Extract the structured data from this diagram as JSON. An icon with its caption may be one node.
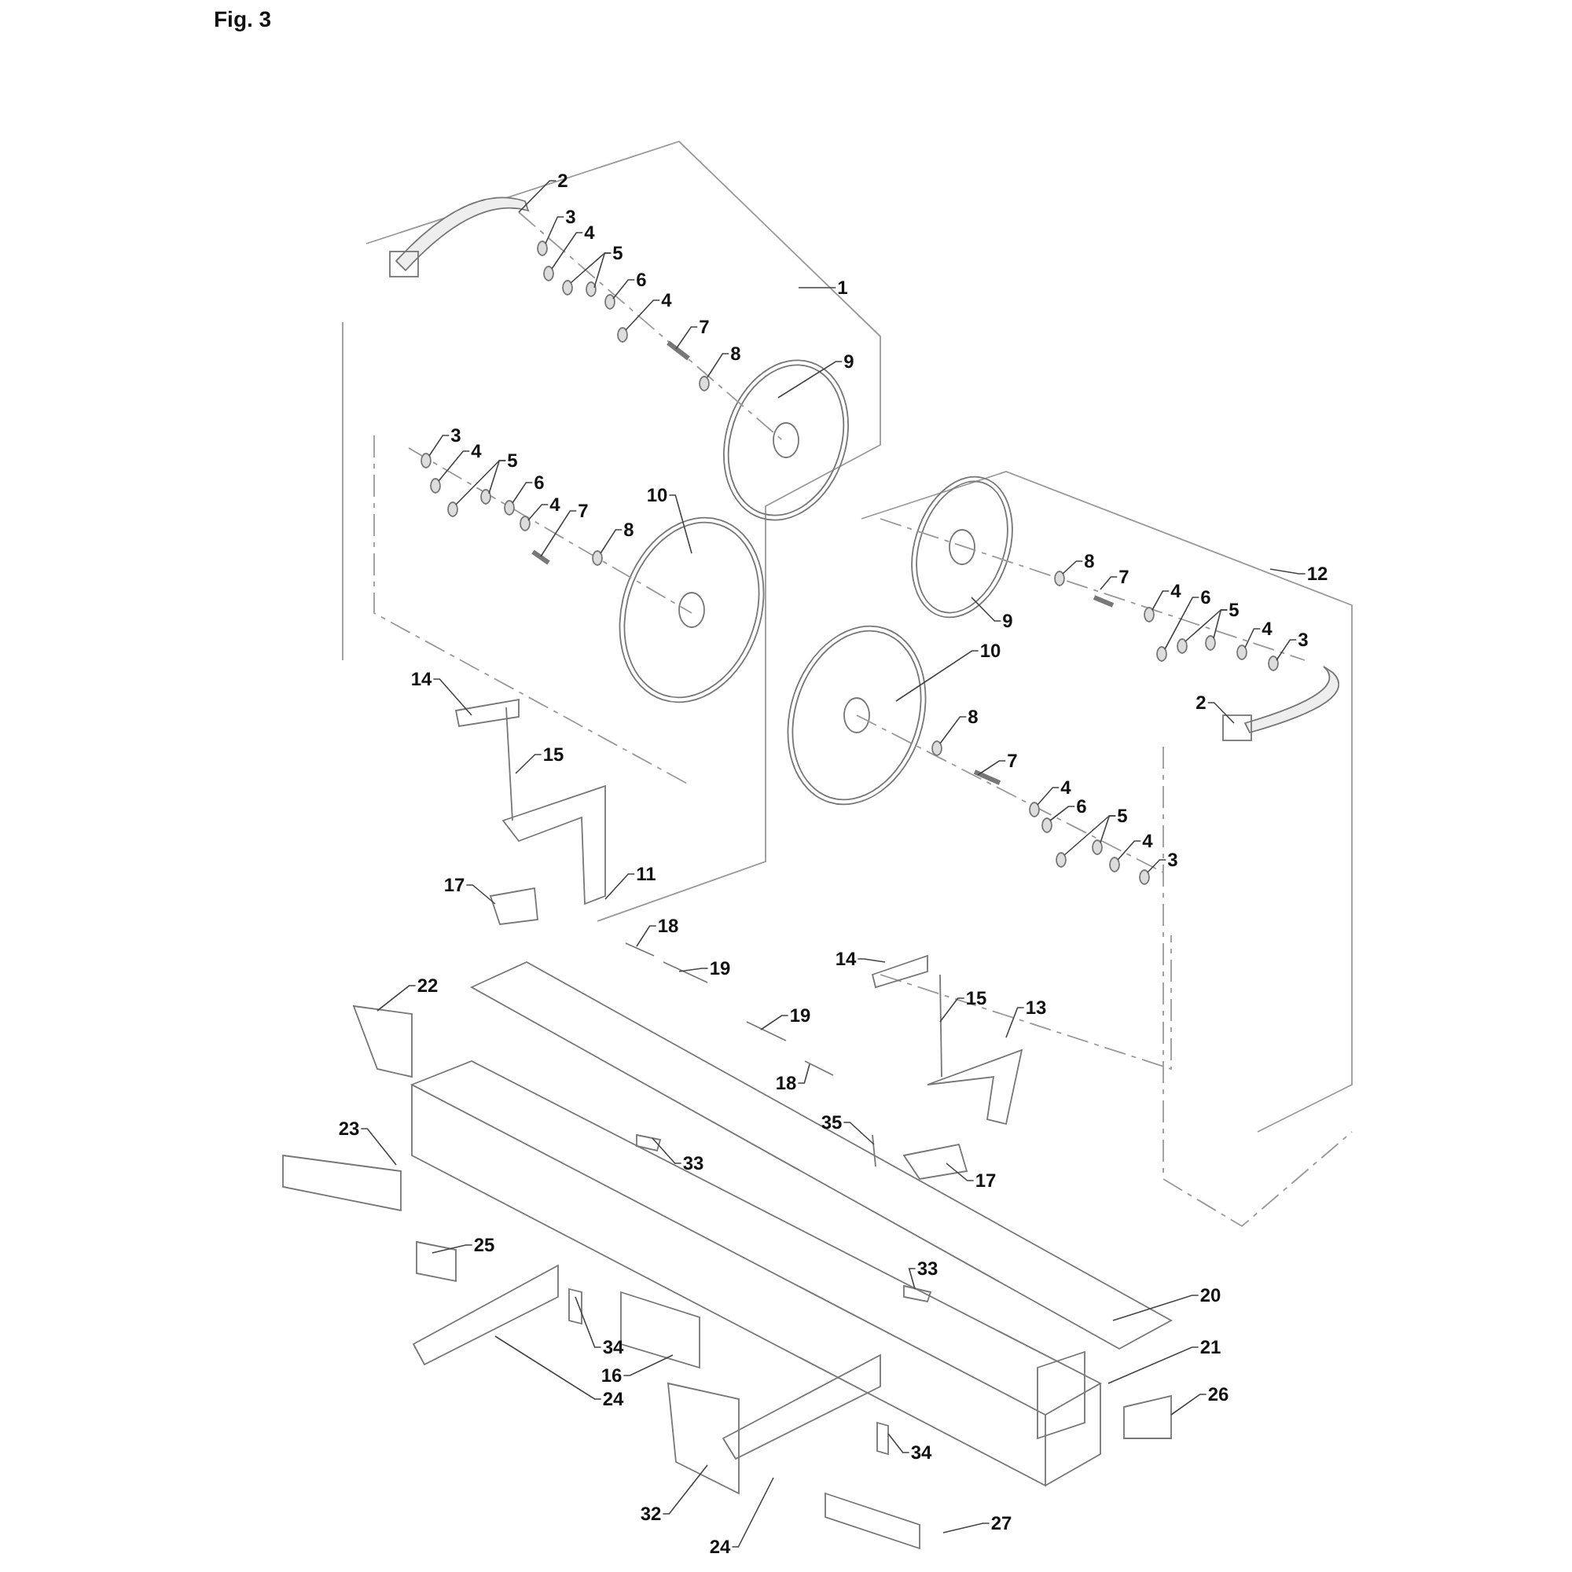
{
  "diagram": {
    "title": "Fig. 3",
    "nodes": [
      {
        "text": [
          "2"
        ]
      },
      {
        "text": [
          "3"
        ]
      },
      {
        "text": [
          "4"
        ]
      },
      {
        "text": [
          "5"
        ]
      },
      {
        "text": [
          "6"
        ]
      },
      {
        "text": [
          "4"
        ]
      },
      {
        "text": [
          "7"
        ]
      },
      {
        "text": [
          "8"
        ]
      },
      {
        "text": [
          "9"
        ]
      },
      {
        "text": [
          "1"
        ]
      },
      {
        "text": [
          "3"
        ]
      },
      {
        "text": [
          "4"
        ]
      },
      {
        "text": [
          "5"
        ]
      },
      {
        "text": [
          "6"
        ]
      },
      {
        "text": [
          "4"
        ]
      },
      {
        "text": [
          "7"
        ]
      },
      {
        "text": [
          "8"
        ]
      },
      {
        "text": [
          "10"
        ]
      },
      {
        "text": [
          "12"
        ]
      },
      {
        "text": [
          "8"
        ]
      },
      {
        "text": [
          "7"
        ]
      },
      {
        "text": [
          "4"
        ]
      },
      {
        "text": [
          "6"
        ]
      },
      {
        "text": [
          "5"
        ]
      },
      {
        "text": [
          "4"
        ]
      },
      {
        "text": [
          "3"
        ]
      },
      {
        "text": [
          "9"
        ]
      },
      {
        "text": [
          "10"
        ]
      },
      {
        "text": [
          "2"
        ]
      },
      {
        "text": [
          "8"
        ]
      },
      {
        "text": [
          "7"
        ]
      },
      {
        "text": [
          "4"
        ]
      },
      {
        "text": [
          "6"
        ]
      },
      {
        "text": [
          "5"
        ]
      },
      {
        "text": [
          "4"
        ]
      },
      {
        "text": [
          "3"
        ]
      },
      {
        "text": [
          "14"
        ]
      },
      {
        "text": [
          "15"
        ]
      },
      {
        "text": [
          "11"
        ]
      },
      {
        "text": [
          "17"
        ]
      },
      {
        "text": [
          "18"
        ]
      },
      {
        "text": [
          "19"
        ]
      },
      {
        "text": [
          "22"
        ]
      },
      {
        "text": [
          "14"
        ]
      },
      {
        "text": [
          "15"
        ]
      },
      {
        "text": [
          "13"
        ]
      },
      {
        "text": [
          "19"
        ]
      },
      {
        "text": [
          "18"
        ]
      },
      {
        "text": [
          "35"
        ]
      },
      {
        "text": [
          "17"
        ]
      },
      {
        "text": [
          "23"
        ]
      },
      {
        "text": [
          "33"
        ]
      },
      {
        "text": [
          "25"
        ]
      },
      {
        "text": [
          "33"
        ]
      },
      {
        "text": [
          "20"
        ]
      },
      {
        "text": [
          "21"
        ]
      },
      {
        "text": [
          "34"
        ]
      },
      {
        "text": [
          "16"
        ]
      },
      {
        "text": [
          "24"
        ]
      },
      {
        "text": [
          "26"
        ]
      },
      {
        "text": [
          "32"
        ]
      },
      {
        "text": [
          "34"
        ]
      },
      {
        "text": [
          "24"
        ]
      },
      {
        "text": [
          "27"
        ]
      }
    ],
    "edges": [
      {
        "from": 0,
        "to": null,
        "arrow": "none"
      },
      {
        "from": 1,
        "to": null,
        "arrow": "none"
      },
      {
        "from": 2,
        "to": null,
        "arrow": "none"
      },
      {
        "from": 3,
        "to": null,
        "arrow": "none"
      },
      {
        "from": 3,
        "to": null,
        "arrow": "none"
      },
      {
        "from": 4,
        "to": null,
        "arrow": "none"
      },
      {
        "from": 5,
        "to": null,
        "arrow": "none"
      },
      {
        "from": 6,
        "to": null,
        "arrow": "none"
      },
      {
        "from": 7,
        "to": null,
        "arrow": "none"
      },
      {
        "from": 8,
        "to": null,
        "arrow": "none"
      },
      {
        "from": 9,
        "to": null,
        "arrow": "none"
      },
      {
        "from": 10,
        "to": null,
        "arrow": "none"
      },
      {
        "from": 11,
        "to": null,
        "arrow": "none"
      },
      {
        "from": 12,
        "to": null,
        "arrow": "none"
      },
      {
        "from": 12,
        "to": null,
        "arrow": "none"
      },
      {
        "from": 13,
        "to": null,
        "arrow": "none"
      },
      {
        "from": 14,
        "to": null,
        "arrow": "none"
      },
      {
        "from": 15,
        "to": null,
        "arrow": "none"
      },
      {
        "from": 16,
        "to": null,
        "arrow": "none"
      },
      {
        "from": 17,
        "to": null,
        "arrow": "none"
      },
      {
        "from": 18,
        "to": null,
        "arrow": "none"
      },
      {
        "from": 19,
        "to": null,
        "arrow": "none"
      },
      {
        "from": 20,
        "to": null,
        "arrow": "none"
      },
      {
        "from": 21,
        "to": null,
        "arrow": "none"
      },
      {
        "from": 22,
        "to": null,
        "arrow": "none"
      },
      {
        "from": 23,
        "to": null,
        "arrow": "none"
      },
      {
        "from": 23,
        "to": null,
        "arrow": "none"
      },
      {
        "from": 24,
        "to": null,
        "arrow": "none"
      },
      {
        "from": 25,
        "to": null,
        "arrow": "none"
      },
      {
        "from": 26,
        "to": null,
        "arrow": "none"
      },
      {
        "from": 27,
        "to": null,
        "arrow": "none"
      },
      {
        "from": 28,
        "to": null,
        "arrow": "none"
      },
      {
        "from": 29,
        "to": null,
        "arrow": "none"
      },
      {
        "from": 30,
        "to": null,
        "arrow": "none"
      },
      {
        "from": 31,
        "to": null,
        "arrow": "none"
      },
      {
        "from": 32,
        "to": null,
        "arrow": "none"
      },
      {
        "from": 33,
        "to": null,
        "arrow": "none"
      },
      {
        "from": 33,
        "to": null,
        "arrow": "none"
      },
      {
        "from": 34,
        "to": null,
        "arrow": "none"
      },
      {
        "from": 35,
        "to": null,
        "arrow": "none"
      },
      {
        "from": 36,
        "to": null,
        "arrow": "none"
      },
      {
        "from": 37,
        "to": null,
        "arrow": "none"
      },
      {
        "from": 38,
        "to": null,
        "arrow": "none"
      },
      {
        "from": 39,
        "to": null,
        "arrow": "none"
      },
      {
        "from": 40,
        "to": null,
        "arrow": "none"
      },
      {
        "from": 41,
        "to": null,
        "arrow": "none"
      },
      {
        "from": 42,
        "to": null,
        "arrow": "none"
      },
      {
        "from": 43,
        "to": null,
        "arrow": "none"
      },
      {
        "from": 44,
        "to": null,
        "arrow": "none"
      },
      {
        "from": 45,
        "to": null,
        "arrow": "none"
      },
      {
        "from": 46,
        "to": null,
        "arrow": "none"
      },
      {
        "from": 47,
        "to": null,
        "arrow": "none"
      },
      {
        "from": 48,
        "to": null,
        "arrow": "none"
      },
      {
        "from": 49,
        "to": null,
        "arrow": "none"
      },
      {
        "from": 50,
        "to": null,
        "arrow": "none"
      },
      {
        "from": 51,
        "to": null,
        "arrow": "none"
      },
      {
        "from": 52,
        "to": null,
        "arrow": "none"
      },
      {
        "from": 53,
        "to": null,
        "arrow": "none"
      },
      {
        "from": 54,
        "to": null,
        "arrow": "none"
      },
      {
        "from": 55,
        "to": null,
        "arrow": "none"
      },
      {
        "from": 56,
        "to": null,
        "arrow": "none"
      },
      {
        "from": 57,
        "to": null,
        "arrow": "none"
      },
      {
        "from": 58,
        "to": null,
        "arrow": "none"
      },
      {
        "from": 59,
        "to": null,
        "arrow": "none"
      },
      {
        "from": 60,
        "to": null,
        "arrow": "none"
      },
      {
        "from": 61,
        "to": null,
        "arrow": "none"
      },
      {
        "from": 62,
        "to": null,
        "arrow": "none"
      },
      {
        "from": 63,
        "to": null,
        "arrow": "none"
      }
    ]
  }
}
